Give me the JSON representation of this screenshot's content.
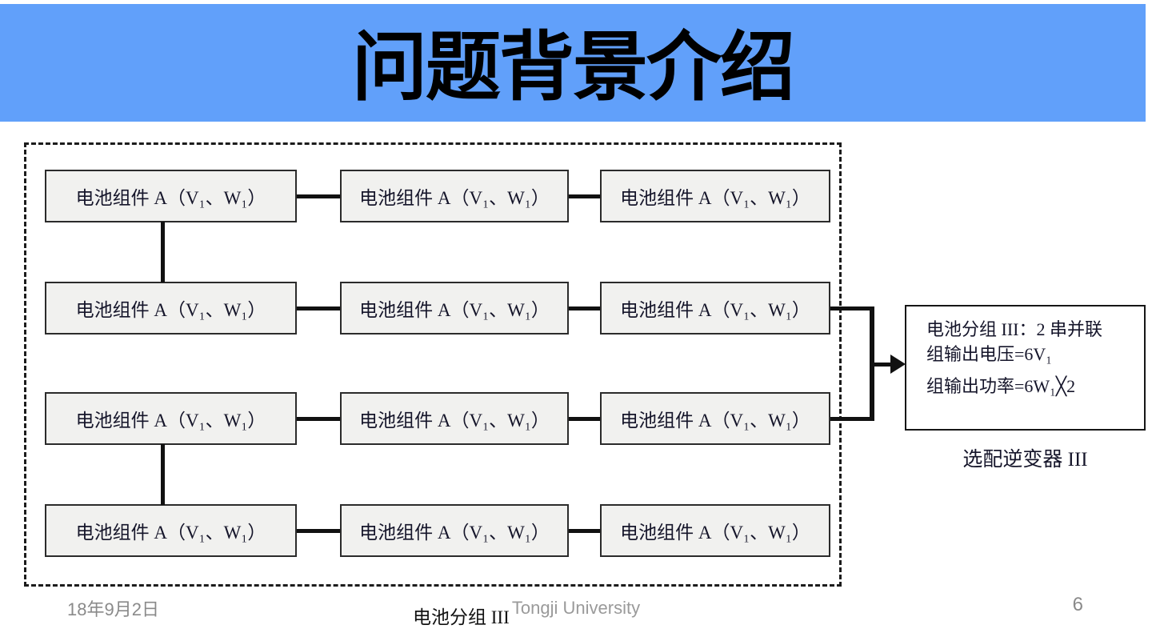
{
  "title": "问题背景介绍",
  "diagram": {
    "module_label": "电池组件 A（V₁、W₁）",
    "annotation": {
      "line1": "电池分组 III：2 串并联",
      "line2": "组输出电压=6V₁",
      "line3": "组输出功率=6W₁╳2"
    },
    "inverter_label": "选配逆变器 III",
    "caption": "电池分组 III"
  },
  "footer": {
    "date": "18年9月2日",
    "org": "Tongji University",
    "page": "6"
  },
  "colors": {
    "header_blue": "#61a0fa",
    "box_fill": "#f1f1ef",
    "line_black": "#111111",
    "footer_gray": "#8a8a8a"
  }
}
